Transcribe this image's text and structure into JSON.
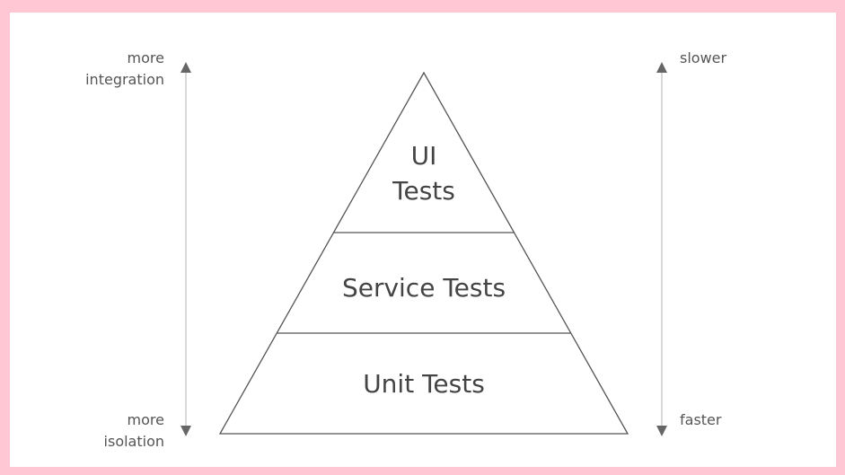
{
  "pyramid": {
    "tiers": [
      {
        "lines": [
          "UI",
          "Tests"
        ]
      },
      {
        "lines": [
          "Service Tests"
        ]
      },
      {
        "lines": [
          "Unit Tests"
        ]
      }
    ]
  },
  "left_axis": {
    "top_lines": [
      "more",
      "integration"
    ],
    "bottom_lines": [
      "more",
      "isolation"
    ]
  },
  "right_axis": {
    "top_label": "slower",
    "bottom_label": "faster"
  },
  "colors": {
    "background": "#ffc6d3",
    "canvas": "#ffffff",
    "stroke": "#555555",
    "arrow_line": "#cccccc",
    "arrow_head": "#666666"
  }
}
